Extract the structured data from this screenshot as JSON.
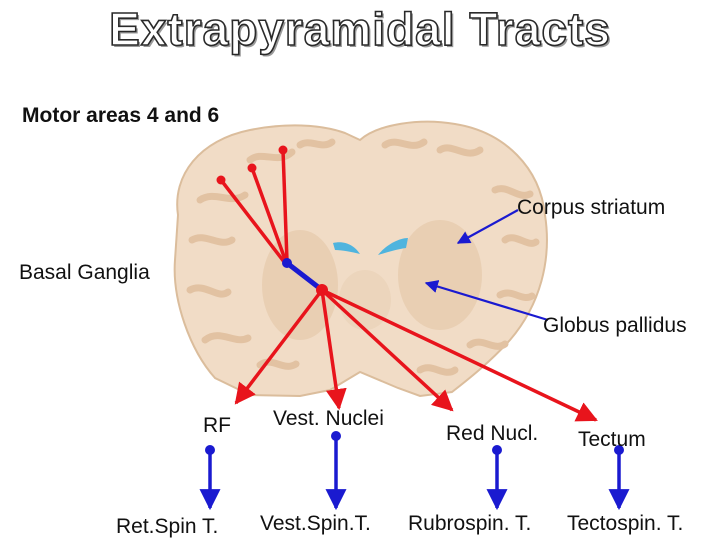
{
  "title": "Extrapyramidal Tracts",
  "labels": {
    "motor_areas": "Motor areas 4 and 6",
    "corpus_striatum": "Corpus striatum",
    "basal_ganglia": "Basal Ganglia",
    "globus_pallidus": "Globus pallidus",
    "rf": "RF",
    "vest_nuclei": "Vest. Nuclei",
    "red_nucl": "Red Nucl.",
    "tectum": "Tectum"
  },
  "tracts": {
    "ret_spin": "Ret.Spin T.",
    "vest_spin": "Vest.Spin.T.",
    "rubrospin": "Rubrospin. T.",
    "tectospin": "Tectospin. T."
  },
  "colors": {
    "red_pathway": "#e8141c",
    "blue_pathway": "#1a1ad0",
    "brain_tissue": "#f1dcc6",
    "brain_gyri": "#e6c6a8",
    "ventricle": "#4fb4de"
  }
}
